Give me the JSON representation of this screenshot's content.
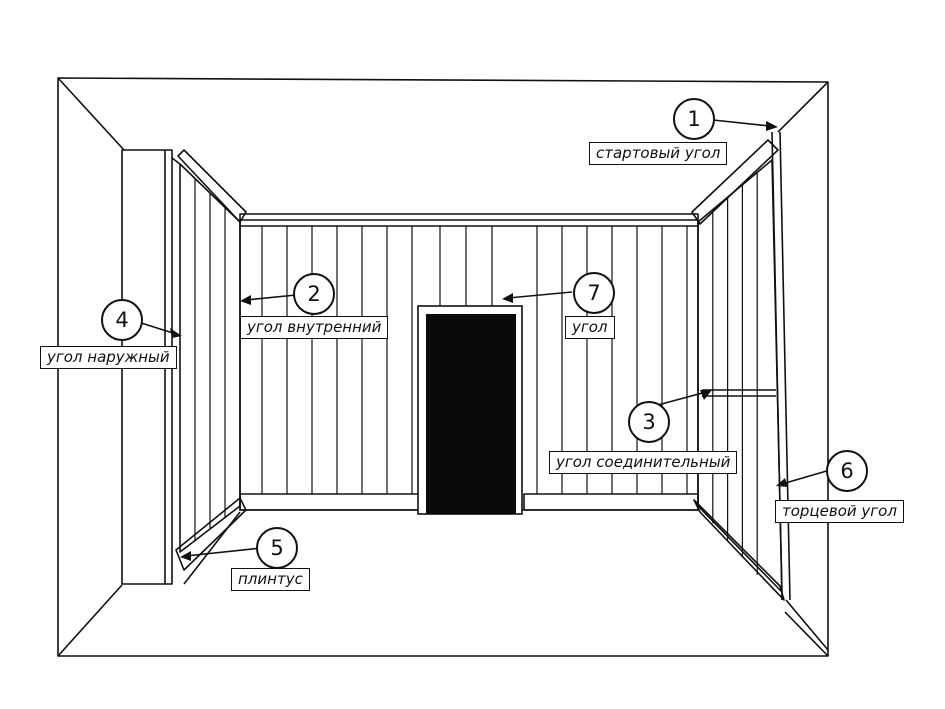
{
  "callouts": [
    {
      "number": "1",
      "label": "стартовый угол"
    },
    {
      "number": "2",
      "label": "угол внутренний"
    },
    {
      "number": "3",
      "label": "угол соединительный"
    },
    {
      "number": "4",
      "label": "угол наружный"
    },
    {
      "number": "5",
      "label": "плинтус"
    },
    {
      "number": "6",
      "label": "торцевой угол"
    },
    {
      "number": "7",
      "label": "угол"
    }
  ],
  "colors": {
    "line": "#111111",
    "door": "#0a0a0a",
    "background": "#ffffff"
  }
}
